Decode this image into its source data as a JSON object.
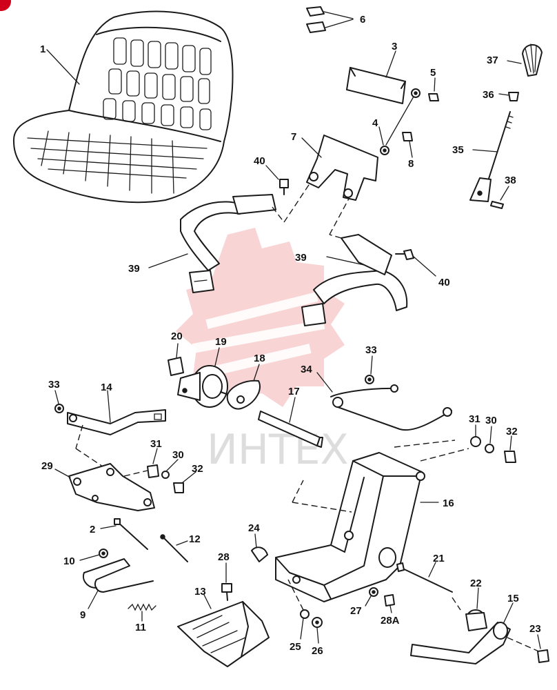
{
  "watermark": {
    "text": "ИНТЕХ",
    "color": "#f3b1b1"
  },
  "badge_color": "#d0021b",
  "callouts": {
    "c1": "1",
    "c2": "2",
    "c3": "3",
    "c4": "4",
    "c5": "5",
    "c6": "6",
    "c7": "7",
    "c8": "8",
    "c9": "9",
    "c10": "10",
    "c11": "11",
    "c12": "12",
    "c13": "13",
    "c14": "14",
    "c15": "15",
    "c16": "16",
    "c17": "17",
    "c18": "18",
    "c19": "19",
    "c20": "20",
    "c21": "21",
    "c22": "22",
    "c23": "23",
    "c24": "24",
    "c25": "25",
    "c26": "26",
    "c27": "27",
    "c28": "28",
    "c28a": "28A",
    "c29": "29",
    "c30a": "30",
    "c30b": "30",
    "c31a": "31",
    "c31b": "31",
    "c32a": "32",
    "c32b": "32",
    "c33a": "33",
    "c33b": "33",
    "c34": "34",
    "c35": "35",
    "c36": "36",
    "c37": "37",
    "c38": "38",
    "c39a": "39",
    "c39b": "39",
    "c40a": "40",
    "c40b": "40"
  }
}
